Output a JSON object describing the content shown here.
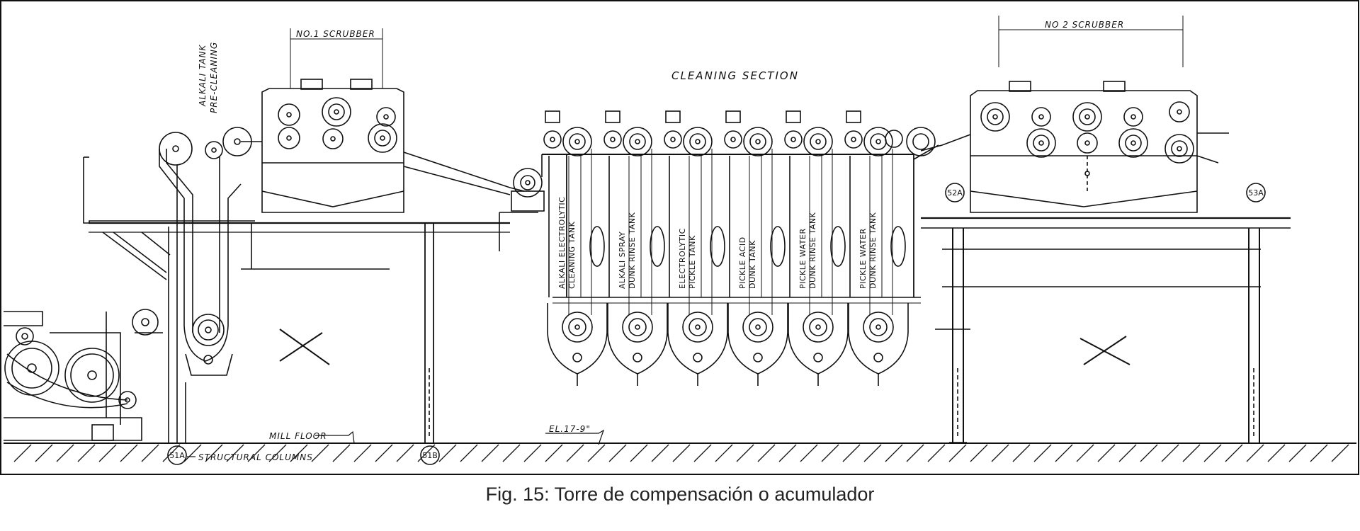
{
  "labels": {
    "alkali_tank": "ALKALI TANK",
    "pre_cleaning": "PRE-CLEANING",
    "scrubber_1": "NO.1 SCRUBBER",
    "scrubber_2": "NO 2 SCRUBBER",
    "cleaning_section": "CLEANING SECTION",
    "mill_floor": "MILL FLOOR",
    "elevation": "EL.17-9\"",
    "structural_columns": "STRUCTURAL COLUMNS"
  },
  "tanks": [
    {
      "line1": "ALKALI ELECTROLYTIC",
      "line2": "CLEANING TANK"
    },
    {
      "line1": "ALKALI SPRAY",
      "line2": "DUNK RINSE TANK"
    },
    {
      "line1": "ELECTROLYTIC",
      "line2": "PICKLE TANK"
    },
    {
      "line1": "PICKLE ACID",
      "line2": "DUNK TANK"
    },
    {
      "line1": "PICKLE WATER",
      "line2": "DUNK RINSE TANK"
    },
    {
      "line1": "PICKLE WATER",
      "line2": "DUNK RINSE TANK"
    }
  ],
  "columns": [
    "51A",
    "51B",
    "52A",
    "53A"
  ],
  "caption": "Fig. 15: Torre de compensación o acumulador"
}
